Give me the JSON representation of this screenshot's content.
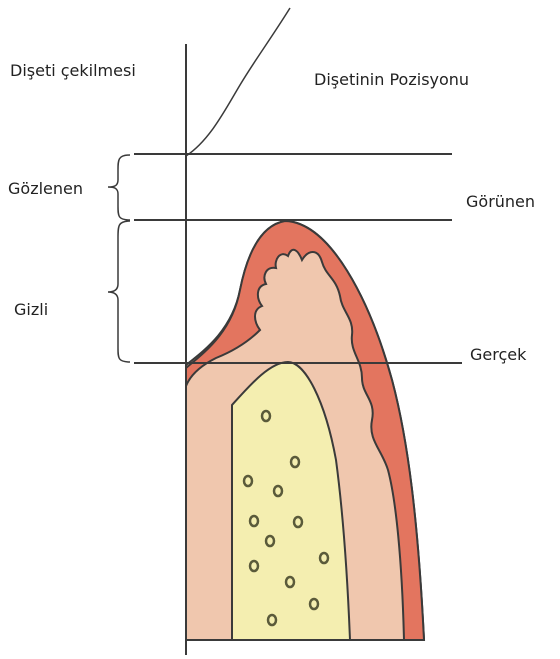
{
  "labels": {
    "gingival_recession": "Dişeti çekilmesi",
    "gingival_position": "Dişetinin Pozisyonu",
    "observed": "Gözlenen",
    "visible": "Görünen",
    "hidden": "Gizli",
    "true": "Gerçek"
  },
  "colors": {
    "line": "#3a3a3a",
    "gingiva_outer": "#e3755f",
    "soft_tissue": "#f0c7ae",
    "bone": "#f4eeb0",
    "marrow_outline": "#5a5a3a"
  }
}
